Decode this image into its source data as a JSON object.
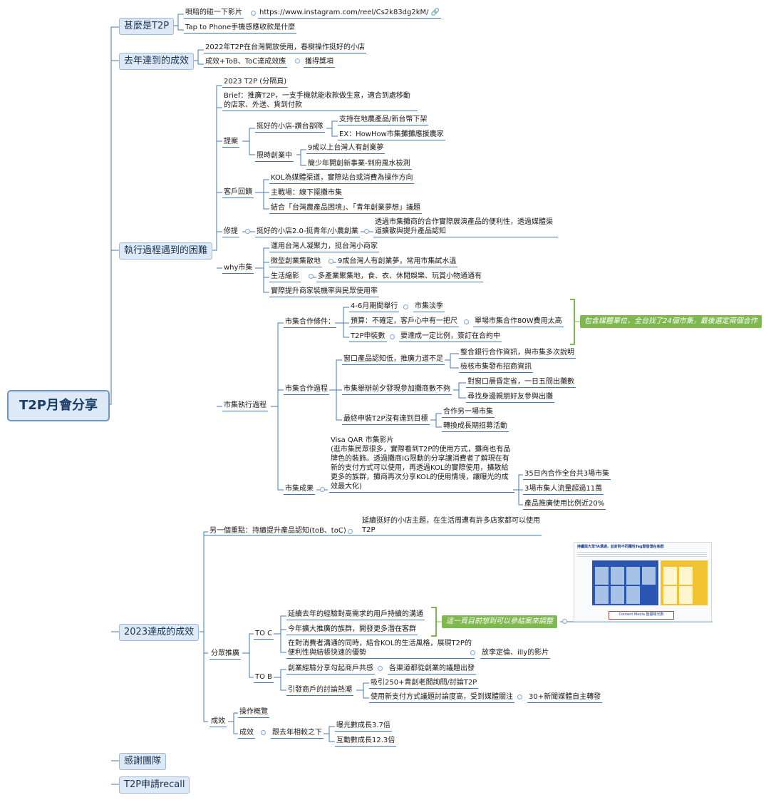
{
  "root": {
    "label": "T2P月會分享"
  },
  "what_is_t2p": {
    "label": "甚麼是T2P",
    "video_label": "唄賠的碰一下影片",
    "video_url": "https://www.instagram.com/reel/Cs2k83dg2kM/",
    "link_icon": "link-icon",
    "tap_to_phone": "Tap to Phone手機感應收款是什麼"
  },
  "last_year": {
    "label": "去年達到的成效",
    "opened": "2022年T2P在台灣開放使用，春樹操作挺好的小店",
    "result": "成效+ToB、ToC達成效應",
    "award": "獲得獎項"
  },
  "difficulties": {
    "label": "執行過程遇到的困難",
    "t2p_2023": "2023 T2P (分隔頁)",
    "brief": "Brief：推廣T2P，一支手機就能收款做生意，適合到處移動的店家、外送、貨到付款",
    "proposal": {
      "label": "提案",
      "nice_shop": "挺好的小店-讚台部隊",
      "nice_shop_1": "支持在地農產品/新台幣下架",
      "nice_shop_2": "EX：HowHow市集攤攤應援農家",
      "limited": "限時創業中",
      "limited_1": "9成以上台灣人有創業夢",
      "limited_2": "簡少年開創新事業-到府風水檢測"
    },
    "client_feedback": {
      "label": "客戶回饋",
      "items": [
        "KOL為媒體渠道，實際站台或消費為操作方向",
        "主戰場：線下擺攤市集",
        "結合「台灣農產品困境」、「青年創業夢想」議題"
      ]
    },
    "revision": {
      "label": "修提",
      "topic": "挺好的小店2.0-挺青年/小農創業",
      "detail": "透過市集攤商的合作實際展演產品的便利性，透過媒體渠道擴散與提升產品認知"
    },
    "why_market": {
      "label": "why市集",
      "item1": "運用台灣人凝聚力，挺台灣小商家",
      "item2": "微型創業集散地",
      "item2_detail": "9成台灣人有創業夢，常用市集試水溫",
      "item3": "生活縮影",
      "item3_detail": "多產業聚集地，食、衣、休閒娛樂、玩賞小物通通有",
      "item4": "實際提升商家裝機率與民眾使用率"
    },
    "market_process": {
      "label": "市集執行過程",
      "conditions": {
        "label": "市集合作條件：",
        "c1": "4-6月期間舉行",
        "c1_detail": "市集淡季",
        "c2": "預算：不確定，客戶心中有一把尺",
        "c2_detail": "單場市集合作80W費用太高",
        "c3": "T2P申裝數",
        "c3_detail": "要達成一定比例，簽訂在合約中",
        "callout": "包含媒體單位，全台找了24個市集，最後選定兩個合作"
      },
      "coop": {
        "label": "市集合作過程",
        "p1": "窗口產品認知低，推廣力道不足",
        "p1_a": "整合銀行合作資訊，與市集多次說明",
        "p1_b": "檢核市集發布招商資訊",
        "p2": "市集舉辦前夕發現參加攤商數不夠",
        "p2_a": "對窗口晨昏定省，一日五問出攤數",
        "p2_b": "尋找身邊親朋好友參與出攤",
        "p3": "最終申裝T2P沒有達到目標",
        "p3_a": "合作另一場市集",
        "p3_b": "轉換成長期招募活動"
      },
      "results": {
        "label": "市集成果",
        "video": "Visa QAR 市集影片\n(逛市集民眾很多，實際看到T2P的使用方式，攤商也有品牌色的裝飾。透過攤商IG限動的分享讓消費者了解現在有新的支付方式可以使用，再透過KOL的實際使用，擴散給更多的族群，攤商再次分享KOL的使用情境，讓曝光的成效最大化)",
        "r1": "35日內合作全台共3場市集",
        "r2": "3場市集人流量超過11萬",
        "r3": "產品推廣使用比例近20%"
      }
    }
  },
  "achieved_2023": {
    "label": "2023達成的成效",
    "focus": "另一個重點：持續提升產品認知(toB、toC)",
    "focus_detail": "延續挺好的小店主題，在生活周遭有許多店家都可以使用T2P",
    "thumbnail_title": "持續與大眾TA溝通，並針對不同屬性Tag開發潛在客群",
    "thumbnail_footer": "Content Media 整體曝光數",
    "segmented": {
      "label": "分眾推廣",
      "toc": {
        "label": "TO C",
        "i1": "延續去年的經驗對高需求的用戶持續的溝通",
        "i2": "今年擴大推廣的族群，開發更多潛在客群",
        "i3": "在對消費者溝通的同時，結合KOL的生活風格，展現T2P的便利性與結帳快速的優勢",
        "i3_detail": "放李定倫、illy的影片",
        "callout": "這一頁目前想到可以參結案來調整"
      },
      "tob": {
        "label": "TO B",
        "i1": "創業經驗分享勾起商戶共感",
        "i1_detail": "各渠道都從創業的議題出發",
        "i2": "引發商戶的討論熱潮",
        "i2_a": "吸引250+青創老闆詢問/討論T2P",
        "i2_b": "使用新支付方式議題討論度高，受到媒體關注",
        "i2_b_detail": "30+新聞媒體自主轉發"
      }
    },
    "effect": {
      "label": "成效",
      "overview": "操作概覽",
      "sub": "成效",
      "compare": "跟去年相較之下",
      "m1": "曝光數成長3.7倍",
      "m2": "互動數成長12.3倍"
    }
  },
  "thanks": {
    "label": "感謝團隊"
  },
  "recall": {
    "label": "T2P申請recall"
  },
  "colors": {
    "branch": "#3f78b8",
    "main_fill": "#dde9f6",
    "callout": "#7fb84e"
  }
}
